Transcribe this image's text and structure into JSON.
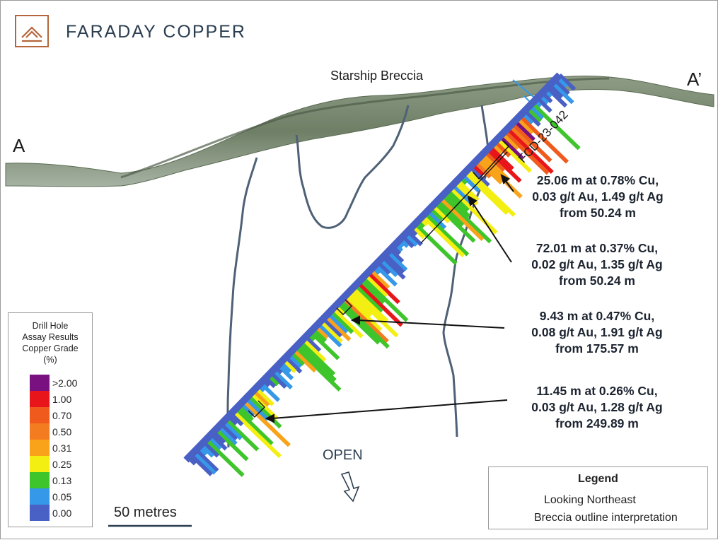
{
  "brand": {
    "name": "FARADAY COPPER"
  },
  "section": {
    "start_label": "A",
    "end_label": "A’",
    "zone_label": "Starship Breccia",
    "hole_id": "FCD-23-042",
    "open_label": "OPEN"
  },
  "intercepts": [
    {
      "lines": [
        "25.06 m at 0.78% Cu,",
        "0.03 g/t Au, 1.49 g/t Ag",
        "from 50.24 m"
      ]
    },
    {
      "lines": [
        "72.01 m at 0.37% Cu,",
        "0.02 g/t Au, 1.35 g/t Ag",
        "from 50.24 m"
      ]
    },
    {
      "lines": [
        "9.43 m at 0.47% Cu,",
        "0.08 g/t Au, 1.91 g/t Ag",
        "from 175.57 m"
      ]
    },
    {
      "lines": [
        "11.45 m at 0.26% Cu,",
        "0.03 g/t Au, 1.28 g/t Ag",
        "from 249.89 m"
      ]
    }
  ],
  "grade_legend": {
    "title_lines": [
      "Drill Hole",
      "Assay Results",
      "Copper Grade",
      "(%)"
    ],
    "items": [
      {
        "label": ">2.00",
        "color": "#7a1180"
      },
      {
        "label": "1.00",
        "color": "#e8161b"
      },
      {
        "label": "0.70",
        "color": "#f05a1c"
      },
      {
        "label": "0.50",
        "color": "#f47c20"
      },
      {
        "label": "0.31",
        "color": "#f9a31b"
      },
      {
        "label": "0.25",
        "color": "#f4ef13"
      },
      {
        "label": "0.13",
        "color": "#3fc52c"
      },
      {
        "label": "0.05",
        "color": "#3598e8"
      },
      {
        "label": "0.00",
        "color": "#4960c4"
      }
    ]
  },
  "map_legend": {
    "title": "Legend",
    "orientation": "Looking Northeast",
    "breccia_item": "Breccia outline interpretation"
  },
  "scale_bar": {
    "label": "50 metres"
  },
  "colors": {
    "brand_copper": "#b5653b",
    "brand_text": "#2b3e50",
    "breccia_outline": "#4f6176",
    "terrain_dark": "#5a6b52",
    "terrain_light": "#9aa79a"
  }
}
